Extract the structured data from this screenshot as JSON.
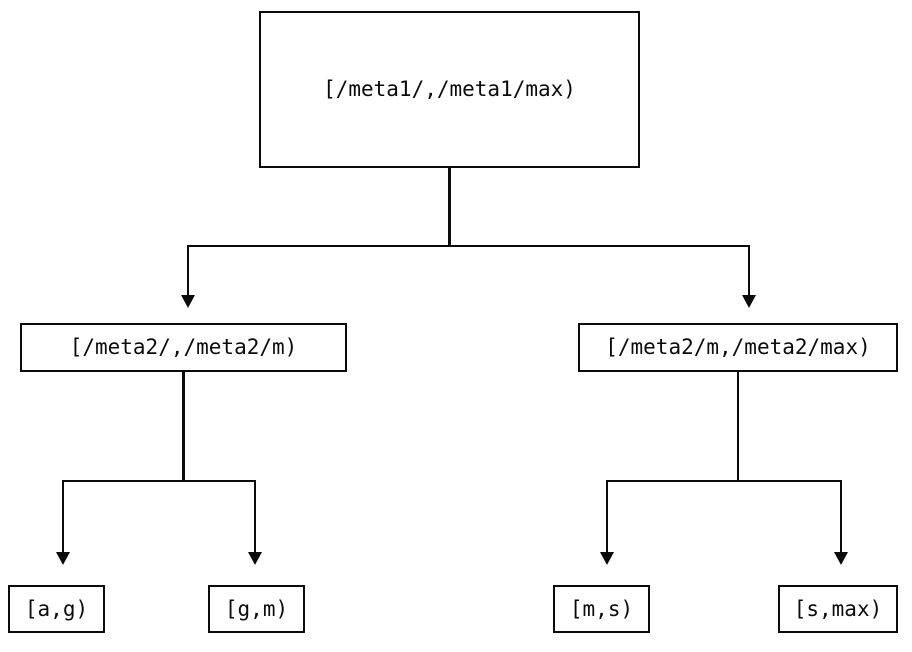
{
  "diagram": {
    "type": "tree",
    "title": "",
    "orientation": "top-down",
    "line_color": "#0b0b0b",
    "box_fill": "#ffffff",
    "background": "#ffffff",
    "levels": 3,
    "nodes": {
      "root": {
        "label": "[/meta1/,/meta1/max)",
        "level": 0
      },
      "mid_left": {
        "label": "[/meta2/,/meta2/m)",
        "level": 1
      },
      "mid_right": {
        "label": "[/meta2/m,/meta2/max)",
        "level": 1
      },
      "leaf_ag": {
        "label": "[a,g)",
        "level": 2
      },
      "leaf_gm": {
        "label": "[g,m)",
        "level": 2
      },
      "leaf_ms": {
        "label": "[m,s)",
        "level": 2
      },
      "leaf_smax": {
        "label": "[s,max)",
        "level": 2
      }
    },
    "edges": [
      {
        "from": "root",
        "to": "mid_left",
        "arrow": "down-triangle"
      },
      {
        "from": "root",
        "to": "mid_right",
        "arrow": "down-triangle"
      },
      {
        "from": "mid_left",
        "to": "leaf_ag",
        "arrow": "down-triangle"
      },
      {
        "from": "mid_left",
        "to": "leaf_gm",
        "arrow": "down-triangle"
      },
      {
        "from": "mid_right",
        "to": "leaf_ms",
        "arrow": "down-triangle"
      },
      {
        "from": "mid_right",
        "to": "leaf_smax",
        "arrow": "down-triangle"
      }
    ]
  }
}
